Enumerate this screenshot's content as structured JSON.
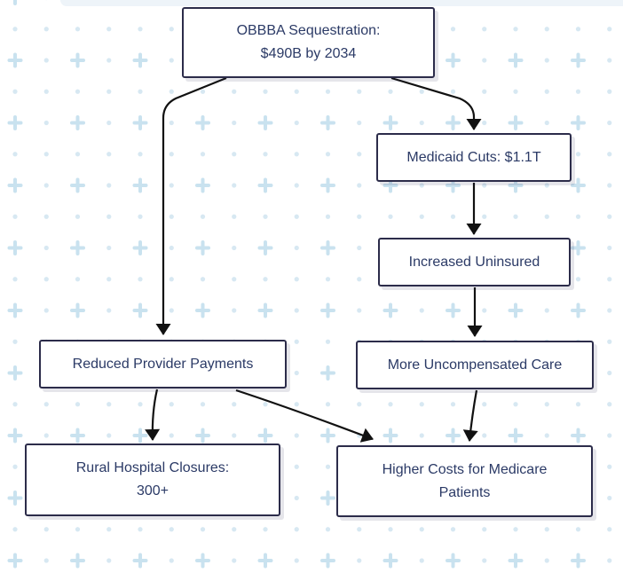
{
  "diagram": {
    "type": "flowchart",
    "direction": "top-down",
    "nodes": [
      {
        "id": "seq",
        "label": "OBBBA Sequestration:\n$490B by 2034"
      },
      {
        "id": "medicaid",
        "label": "Medicaid Cuts: $1.1T"
      },
      {
        "id": "uninsured",
        "label": "Increased Uninsured"
      },
      {
        "id": "provider",
        "label": "Reduced Provider Payments"
      },
      {
        "id": "uncompensated",
        "label": "More Uncompensated Care"
      },
      {
        "id": "rural",
        "label": "Rural Hospital Closures:\n300+"
      },
      {
        "id": "medicare",
        "label": "Higher Costs for Medicare\nPatients"
      }
    ],
    "edges": [
      {
        "from": "seq",
        "to": "provider"
      },
      {
        "from": "seq",
        "to": "medicaid"
      },
      {
        "from": "medicaid",
        "to": "uninsured"
      },
      {
        "from": "uninsured",
        "to": "uncompensated"
      },
      {
        "from": "provider",
        "to": "rural"
      },
      {
        "from": "provider",
        "to": "medicare"
      },
      {
        "from": "uncompensated",
        "to": "medicare"
      }
    ],
    "colors": {
      "background": "#ffffff",
      "node_border": "#2c2c4a",
      "node_fill": "#ffffff",
      "node_text": "#2b3a66",
      "edge": "#111111",
      "pattern_dot": "#d7e8f2",
      "pattern_plus": "#c9e2ef",
      "top_strip": "#eef4f9"
    }
  }
}
